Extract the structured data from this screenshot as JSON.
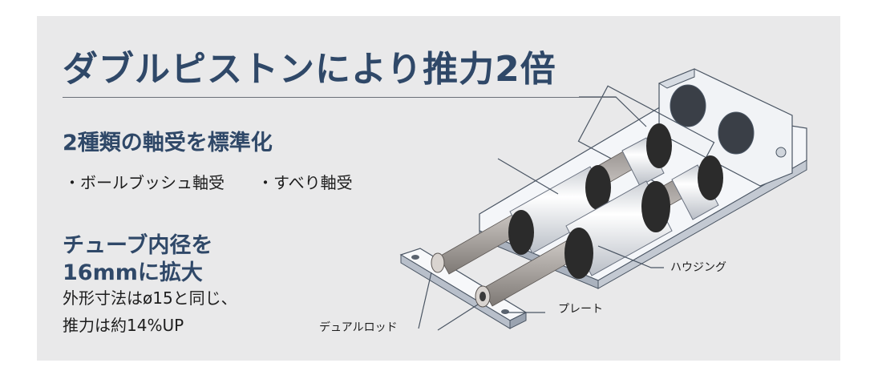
{
  "headline": "ダブルピストンにより推力2倍",
  "bearing": {
    "title": "2種類の軸受を標準化",
    "items": [
      "・ボールブッシュ軸受",
      "・すべり軸受"
    ]
  },
  "tube": {
    "title_line1": "チューブ内径を",
    "title_line2": "16mmに拡大",
    "desc_line1": "外形寸法はø15と同じ、",
    "desc_line2": "推力は約14%UP"
  },
  "labels": {
    "housing": "ハウジング",
    "plate": "プレート",
    "dual_rod": "デュアルロッド"
  },
  "colors": {
    "panel_background": "#e9e9ea",
    "heading": "#2f4868",
    "body_text": "#1d1d1d"
  }
}
